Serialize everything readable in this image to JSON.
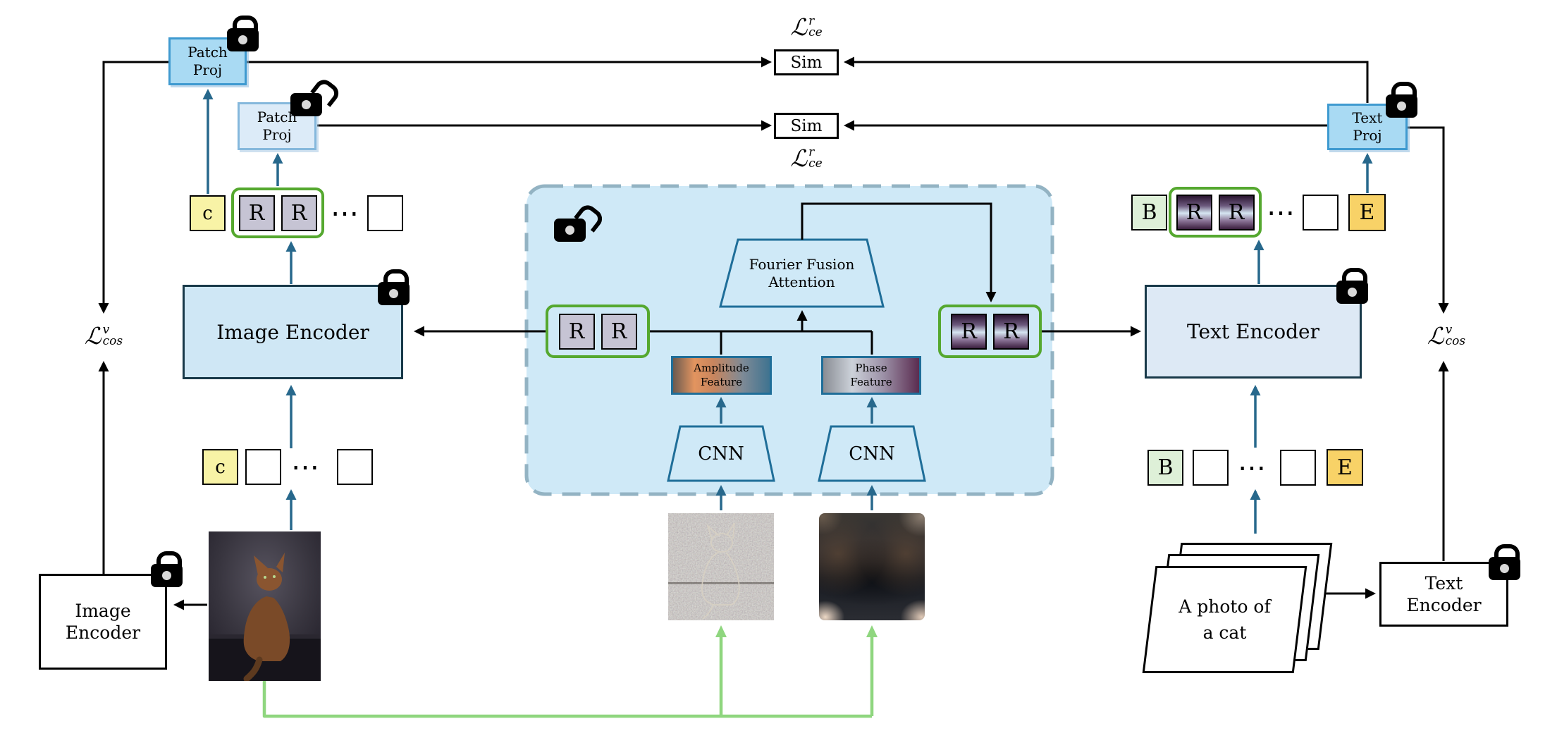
{
  "diagram_title": "Frequency-guided vision-language distillation architecture",
  "colors": {
    "proj_fill": "#a9daf3",
    "proj_fill_light": "#dcebf8",
    "encoder_fill": "#cfe7f5",
    "module_fill": "#cfe9f7",
    "module_dash_border": "#93b3c3",
    "trapezoid_border": "#1f6e99",
    "green_group_border": "#55a82f",
    "teal_arrow": "#27688c",
    "green_arrow": "#8fd67f",
    "black_line": "#000000",
    "token_gray": "#c6c4d4",
    "token_yellow": "#f8f3a6",
    "token_green": "#def0d8",
    "token_gold": "#f8d267"
  },
  "labels": {
    "patch_proj": "Patch\nProj",
    "text_proj": "Text\nProj",
    "sim": "Sim",
    "image_encoder": "Image Encoder",
    "text_encoder": "Text Encoder",
    "image_encoder_stacked": "Image\nEncoder",
    "text_encoder_stacked": "Text\nEncoder",
    "fourier_fusion_attention": "Fourier Fusion\nAttention",
    "amplitude_feature": "Amplitude\nFeature",
    "phase_feature": "Phase\nFeature",
    "cnn": "CNN",
    "caption": "A photo of\na cat"
  },
  "tokens": {
    "class_token": "c",
    "register_token": "R",
    "begin_token": "B",
    "end_token": "E",
    "ellipsis": "⋯"
  },
  "losses": {
    "lce": {
      "base": "ℒ",
      "sup": "r",
      "sub": "ce"
    },
    "lcos": {
      "base": "ℒ",
      "sup": "v",
      "sub": "cos"
    }
  }
}
